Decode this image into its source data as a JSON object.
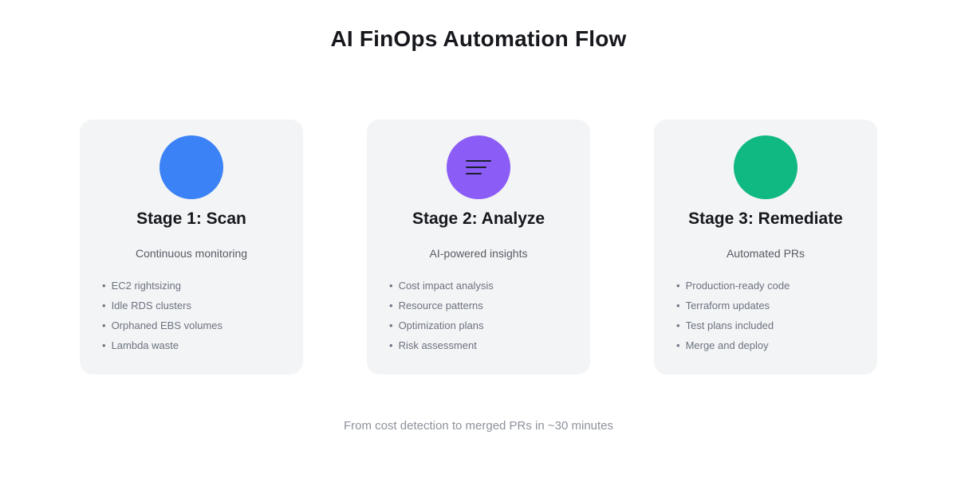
{
  "page": {
    "title": "AI FinOps Automation Flow",
    "footer": "From cost detection to merged PRs in ~30 minutes"
  },
  "ui": {
    "bullet_marker": "•"
  },
  "colors": {
    "card_background": "#f3f4f5",
    "heading_text": "#16181d",
    "subtitle_text": "#575c64",
    "bullet_text": "#6b7280",
    "footer_text": "#8d929b",
    "scan_accent": "#3b82f6",
    "analyze_accent": "#8b5cf6",
    "remediate_accent": "#10b981"
  },
  "stages": [
    {
      "title": "Stage 1: Scan",
      "subtitle": "Continuous monitoring",
      "accent_color": "#3b82f6",
      "icon": "scan-circle-icon",
      "bullets": [
        "EC2 rightsizing",
        "Idle RDS clusters",
        "Orphaned EBS volumes",
        "Lambda waste"
      ]
    },
    {
      "title": "Stage 2: Analyze",
      "subtitle": "AI-powered insights",
      "accent_color": "#8b5cf6",
      "icon": "analyze-lines-icon",
      "bullets": [
        "Cost impact analysis",
        "Resource patterns",
        "Optimization plans",
        "Risk assessment"
      ]
    },
    {
      "title": "Stage 3: Remediate",
      "subtitle": "Automated PRs",
      "accent_color": "#10b981",
      "icon": "remediate-circle-icon",
      "bullets": [
        "Production-ready code",
        "Terraform updates",
        "Test plans included",
        "Merge and deploy"
      ]
    }
  ]
}
